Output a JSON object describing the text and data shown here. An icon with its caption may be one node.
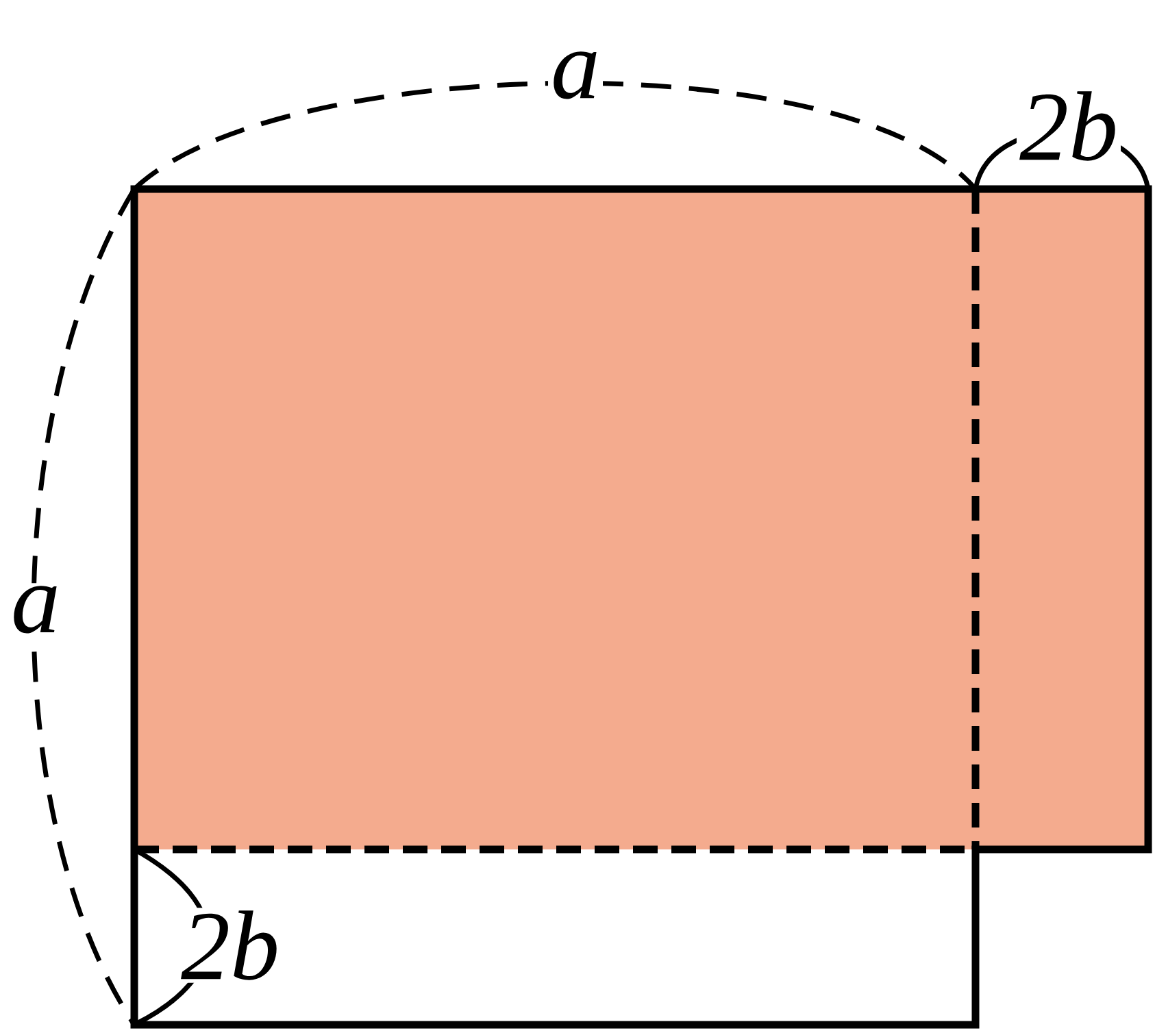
{
  "diagram": {
    "labels": [
      "a",
      "2b",
      "a",
      "2b"
    ]
  }
}
